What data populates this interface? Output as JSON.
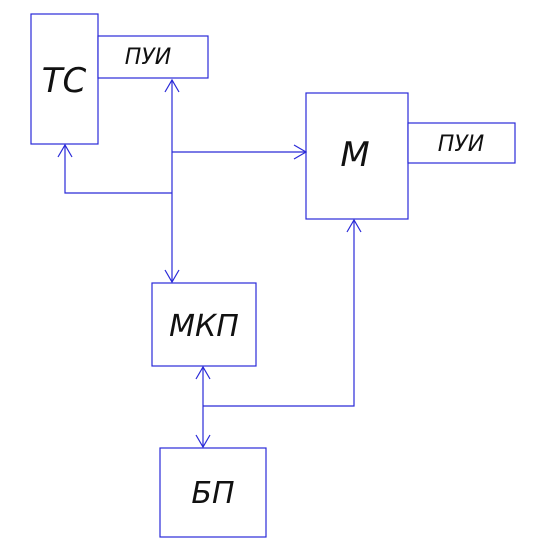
{
  "blocks": {
    "ts": "ТС",
    "pui_top": "ПУИ",
    "m": "М",
    "pui_right": "ПУИ",
    "mkp": "МКП",
    "bp": "БП"
  },
  "colors": {
    "line": "#2a2ad8",
    "text": "#111111",
    "background": "#ffffff"
  }
}
